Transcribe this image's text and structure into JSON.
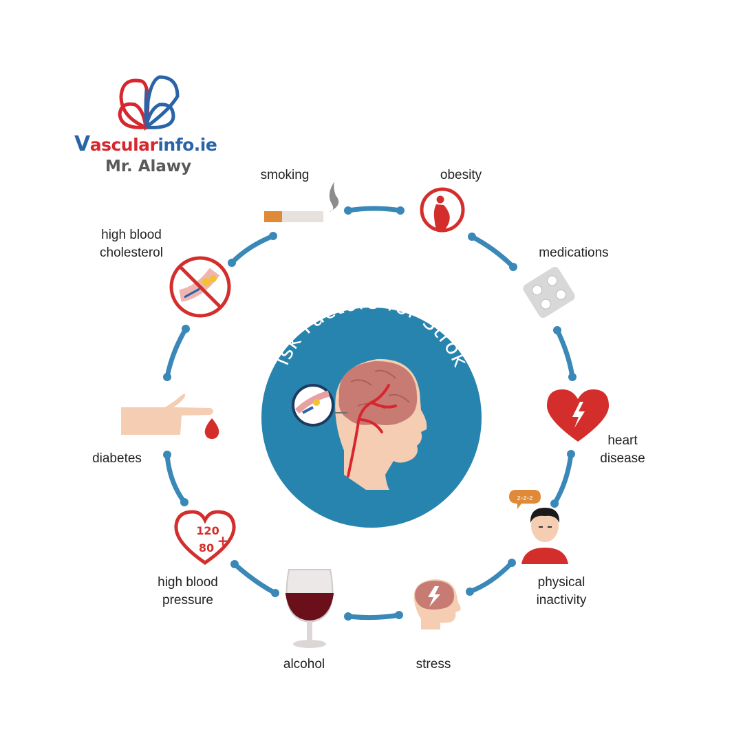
{
  "title": "Risk Factors for Stroke",
  "brand": {
    "name_part1": "ascular",
    "name_part2": "info.ie",
    "subtitle": "Mr. Alawy"
  },
  "factors": [
    {
      "id": "smoking",
      "icon": "cigarette-icon",
      "lines": [
        "smoking"
      ]
    },
    {
      "id": "obesity",
      "icon": "pregnant-woman-icon",
      "lines": [
        "obesity"
      ]
    },
    {
      "id": "medications",
      "icon": "pill-blister-icon",
      "lines": [
        "medications"
      ]
    },
    {
      "id": "heart-disease",
      "icon": "heart-bolt-icon",
      "lines": [
        "heart",
        "disease"
      ]
    },
    {
      "id": "physical-inactivity",
      "icon": "sleeping-person-icon",
      "lines": [
        "physical",
        "inactivity"
      ]
    },
    {
      "id": "stress",
      "icon": "stressed-head-icon",
      "lines": [
        "stress"
      ]
    },
    {
      "id": "alcohol",
      "icon": "wine-glass-icon",
      "lines": [
        "alcohol"
      ]
    },
    {
      "id": "high-blood-pressure",
      "icon": "blood-pressure-heart-icon",
      "lines": [
        "high blood",
        "pressure"
      ]
    },
    {
      "id": "diabetes",
      "icon": "finger-blood-drop-icon",
      "lines": [
        "diabetes"
      ]
    },
    {
      "id": "high-blood-cholesterol",
      "icon": "clogged-artery-icon",
      "lines": [
        "high blood",
        "cholesterol"
      ]
    }
  ],
  "icon_text": {
    "sleep": "z-z-z",
    "bp_top": "120",
    "bp_bottom": "80",
    "bp_plus": "+"
  },
  "colors": {
    "circle": "#2784AE",
    "connector": "#3A88B8",
    "red": "#D32E2C",
    "brand_blue": "#2A63A8",
    "brand_red": "#D8262E",
    "orange": "#E08936",
    "skin": "#F4CDB2",
    "brain": "#C77B73"
  }
}
